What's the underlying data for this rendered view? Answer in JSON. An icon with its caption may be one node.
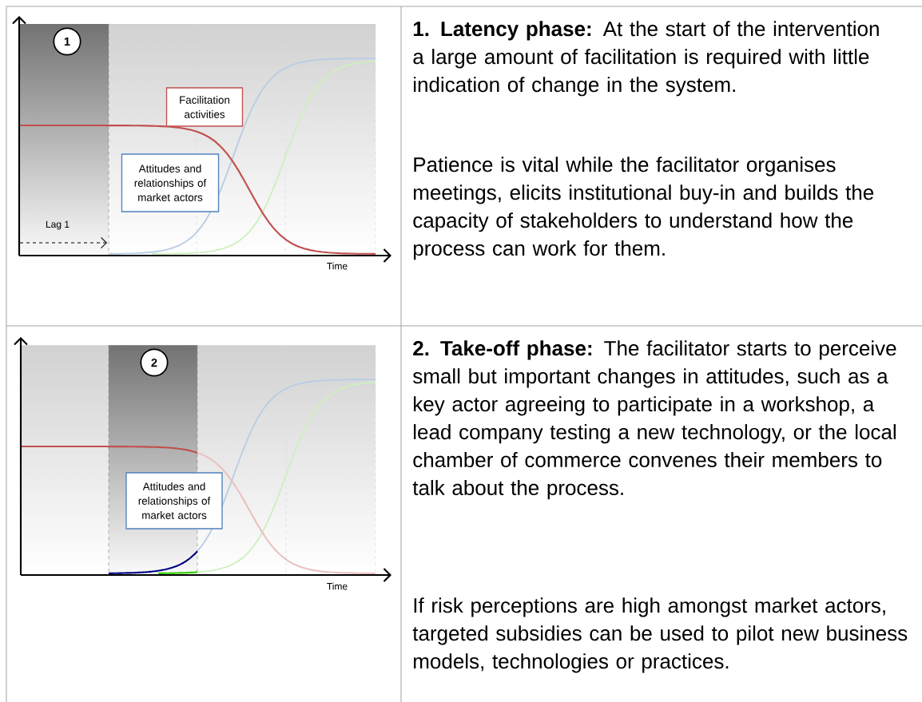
{
  "diagram": {
    "nodes": [
      {
        "text": [
          "1"
        ]
      },
      {
        "text": [
          "Facilitation activities"
        ]
      },
      {
        "text": [
          "Attitudes and relationships of market actors"
        ]
      },
      {
        "text": [
          "2"
        ]
      },
      {
        "text": [
          "Attitudes and relationships of market actors"
        ]
      }
    ],
    "labels": [
      "Lag 1",
      "Time",
      "**1. Latency phase:** At the start of the intervention a large amount of facilitation is required with little indication of change in the system.",
      "Patience is vital while the facilitator organises meetings, elicits institutional buy-in and builds the capacity of stakeholders to understand how the process can work for them.",
      "Time",
      "**2. Take-off phase:** The facilitator starts to perceive small but important changes in attitudes, such as a key actor agreeing to participate in a workshop, a lead company testing a new technology, or the local chamber of commerce convenes their members to talk about the process.",
      "If risk perceptions are high amongst market actors, targeted subsidies can be used to pilot new business models, technologies or practices."
    ]
  }
}
